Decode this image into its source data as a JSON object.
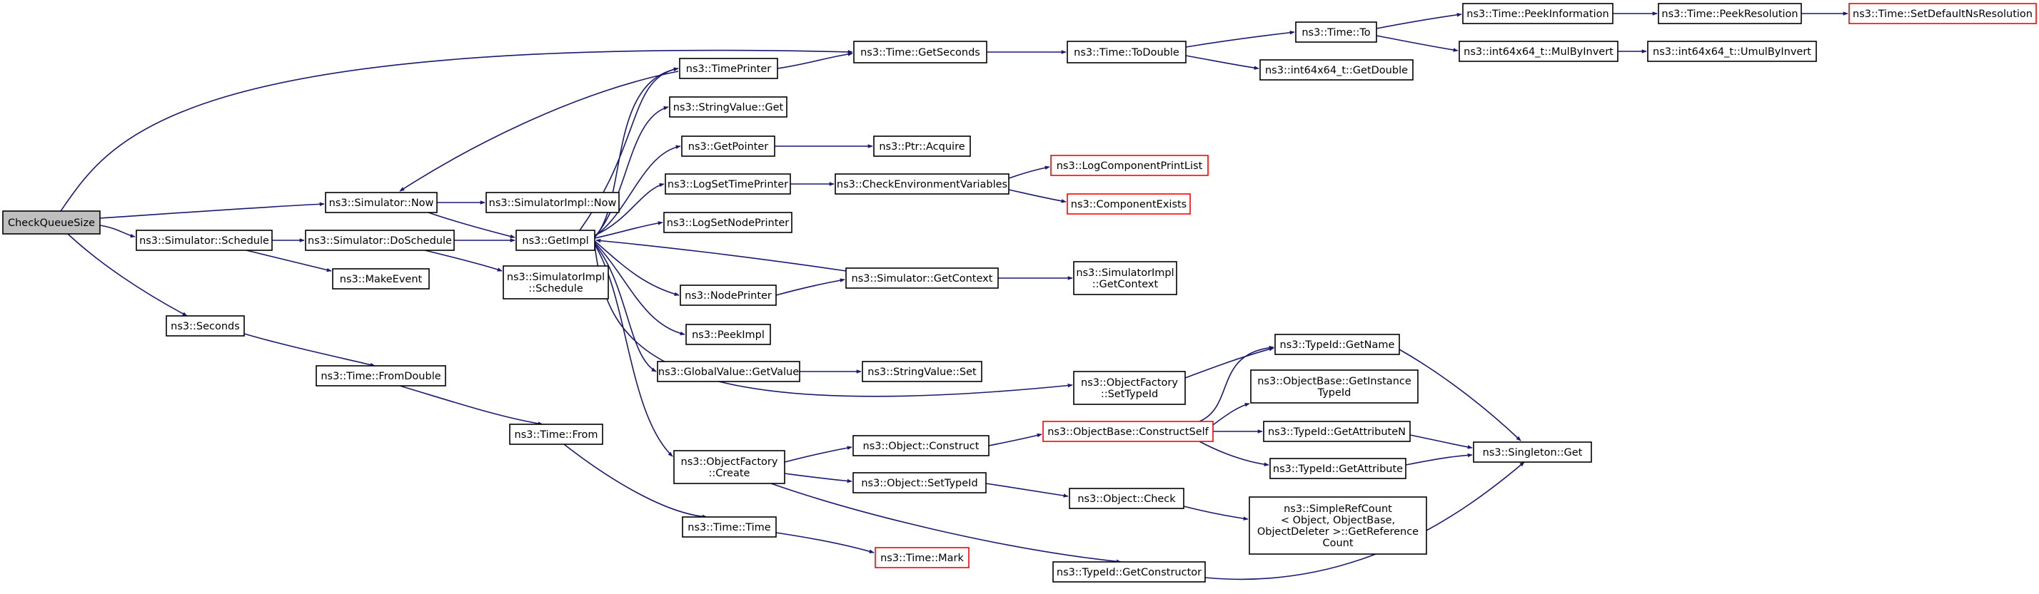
{
  "graph": {
    "title": "",
    "colors": {
      "background": "#ffffff",
      "edge": "#191970",
      "node_border": "#000000",
      "node_fill": "#ffffff",
      "root_fill": "#bfbfbf",
      "truncated_border": "#ff0000"
    },
    "nodes": [
      {
        "id": "n0",
        "lines": [
          "CheckQueueSize"
        ],
        "kind": "root"
      },
      {
        "id": "n1",
        "lines": [
          "ns3::Time::GetSeconds"
        ],
        "kind": "normal"
      },
      {
        "id": "n2",
        "lines": [
          "ns3::Time::ToDouble"
        ],
        "kind": "normal"
      },
      {
        "id": "n3",
        "lines": [
          "ns3::Time::To"
        ],
        "kind": "normal"
      },
      {
        "id": "n4",
        "lines": [
          "ns3::Time::PeekInformation"
        ],
        "kind": "normal"
      },
      {
        "id": "n5",
        "lines": [
          "ns3::Time::PeekResolution"
        ],
        "kind": "normal"
      },
      {
        "id": "n6",
        "lines": [
          "ns3::Time::SetDefaultNsResolution"
        ],
        "kind": "truncated"
      },
      {
        "id": "n7",
        "lines": [
          "ns3::int64x64_t::MulByInvert"
        ],
        "kind": "normal"
      },
      {
        "id": "n8",
        "lines": [
          "ns3::int64x64_t::UmulByInvert"
        ],
        "kind": "normal"
      },
      {
        "id": "n9",
        "lines": [
          "ns3::int64x64_t::GetDouble"
        ],
        "kind": "normal"
      },
      {
        "id": "n10",
        "lines": [
          "ns3::TimePrinter"
        ],
        "kind": "normal"
      },
      {
        "id": "n11",
        "lines": [
          "ns3::StringValue::Get"
        ],
        "kind": "normal"
      },
      {
        "id": "n12",
        "lines": [
          "ns3::GetPointer"
        ],
        "kind": "normal"
      },
      {
        "id": "n13",
        "lines": [
          "ns3::Ptr::Acquire"
        ],
        "kind": "normal"
      },
      {
        "id": "n14",
        "lines": [
          "ns3::LogSetTimePrinter"
        ],
        "kind": "normal"
      },
      {
        "id": "n15",
        "lines": [
          "ns3::CheckEnvironmentVariables"
        ],
        "kind": "normal"
      },
      {
        "id": "n16",
        "lines": [
          "ns3::LogComponentPrintList"
        ],
        "kind": "truncated"
      },
      {
        "id": "n17",
        "lines": [
          "ns3::ComponentExists"
        ],
        "kind": "truncated"
      },
      {
        "id": "n18",
        "lines": [
          "ns3::LogSetNodePrinter"
        ],
        "kind": "normal"
      },
      {
        "id": "n19",
        "lines": [
          "ns3::Simulator::Now"
        ],
        "kind": "normal"
      },
      {
        "id": "n20",
        "lines": [
          "ns3::SimulatorImpl::Now"
        ],
        "kind": "normal"
      },
      {
        "id": "n21",
        "lines": [
          "ns3::GetImpl"
        ],
        "kind": "normal"
      },
      {
        "id": "n22",
        "lines": [
          "ns3::Simulator::Schedule"
        ],
        "kind": "normal"
      },
      {
        "id": "n23",
        "lines": [
          "ns3::Simulator::DoSchedule"
        ],
        "kind": "normal"
      },
      {
        "id": "n24",
        "lines": [
          "ns3::MakeEvent"
        ],
        "kind": "normal"
      },
      {
        "id": "n25",
        "lines": [
          "ns3::SimulatorImpl",
          "::Schedule"
        ],
        "kind": "normal"
      },
      {
        "id": "n26",
        "lines": [
          "ns3::Simulator::GetContext"
        ],
        "kind": "normal"
      },
      {
        "id": "n27",
        "lines": [
          "ns3::SimulatorImpl",
          "::GetContext"
        ],
        "kind": "normal"
      },
      {
        "id": "n28",
        "lines": [
          "ns3::NodePrinter"
        ],
        "kind": "normal"
      },
      {
        "id": "n29",
        "lines": [
          "ns3::PeekImpl"
        ],
        "kind": "normal"
      },
      {
        "id": "n30",
        "lines": [
          "ns3::GlobalValue::GetValue"
        ],
        "kind": "normal"
      },
      {
        "id": "n31",
        "lines": [
          "ns3::StringValue::Set"
        ],
        "kind": "normal"
      },
      {
        "id": "n32",
        "lines": [
          "ns3::Seconds"
        ],
        "kind": "normal"
      },
      {
        "id": "n33",
        "lines": [
          "ns3::Time::FromDouble"
        ],
        "kind": "normal"
      },
      {
        "id": "n34",
        "lines": [
          "ns3::Time::From"
        ],
        "kind": "normal"
      },
      {
        "id": "n35",
        "lines": [
          "ns3::ObjectFactory",
          "::SetTypeId"
        ],
        "kind": "normal"
      },
      {
        "id": "n36",
        "lines": [
          "ns3::TypeId::GetName"
        ],
        "kind": "normal"
      },
      {
        "id": "n37",
        "lines": [
          "ns3::ObjectBase::GetInstance",
          "TypeId"
        ],
        "kind": "normal"
      },
      {
        "id": "n38",
        "lines": [
          "ns3::ObjectBase::ConstructSelf"
        ],
        "kind": "truncated"
      },
      {
        "id": "n39",
        "lines": [
          "ns3::TypeId::GetAttributeN"
        ],
        "kind": "normal"
      },
      {
        "id": "n40",
        "lines": [
          "ns3::TypeId::GetAttribute"
        ],
        "kind": "normal"
      },
      {
        "id": "n41",
        "lines": [
          "ns3::Singleton::Get"
        ],
        "kind": "normal"
      },
      {
        "id": "n42",
        "lines": [
          "ns3::ObjectFactory",
          "::Create"
        ],
        "kind": "normal"
      },
      {
        "id": "n43",
        "lines": [
          "ns3::Object::Construct"
        ],
        "kind": "normal"
      },
      {
        "id": "n44",
        "lines": [
          "ns3::Object::SetTypeId"
        ],
        "kind": "normal"
      },
      {
        "id": "n45",
        "lines": [
          "ns3::Object::Check"
        ],
        "kind": "normal"
      },
      {
        "id": "n46",
        "lines": [
          "ns3::SimpleRefCount",
          "< Object, ObjectBase,",
          "ObjectDeleter >::GetReference",
          "Count"
        ],
        "kind": "normal"
      },
      {
        "id": "n47",
        "lines": [
          "ns3::Time::Time"
        ],
        "kind": "normal"
      },
      {
        "id": "n48",
        "lines": [
          "ns3::Time::Mark"
        ],
        "kind": "truncated"
      },
      {
        "id": "n49",
        "lines": [
          "ns3::TypeId::GetConstructor"
        ],
        "kind": "normal"
      }
    ]
  }
}
